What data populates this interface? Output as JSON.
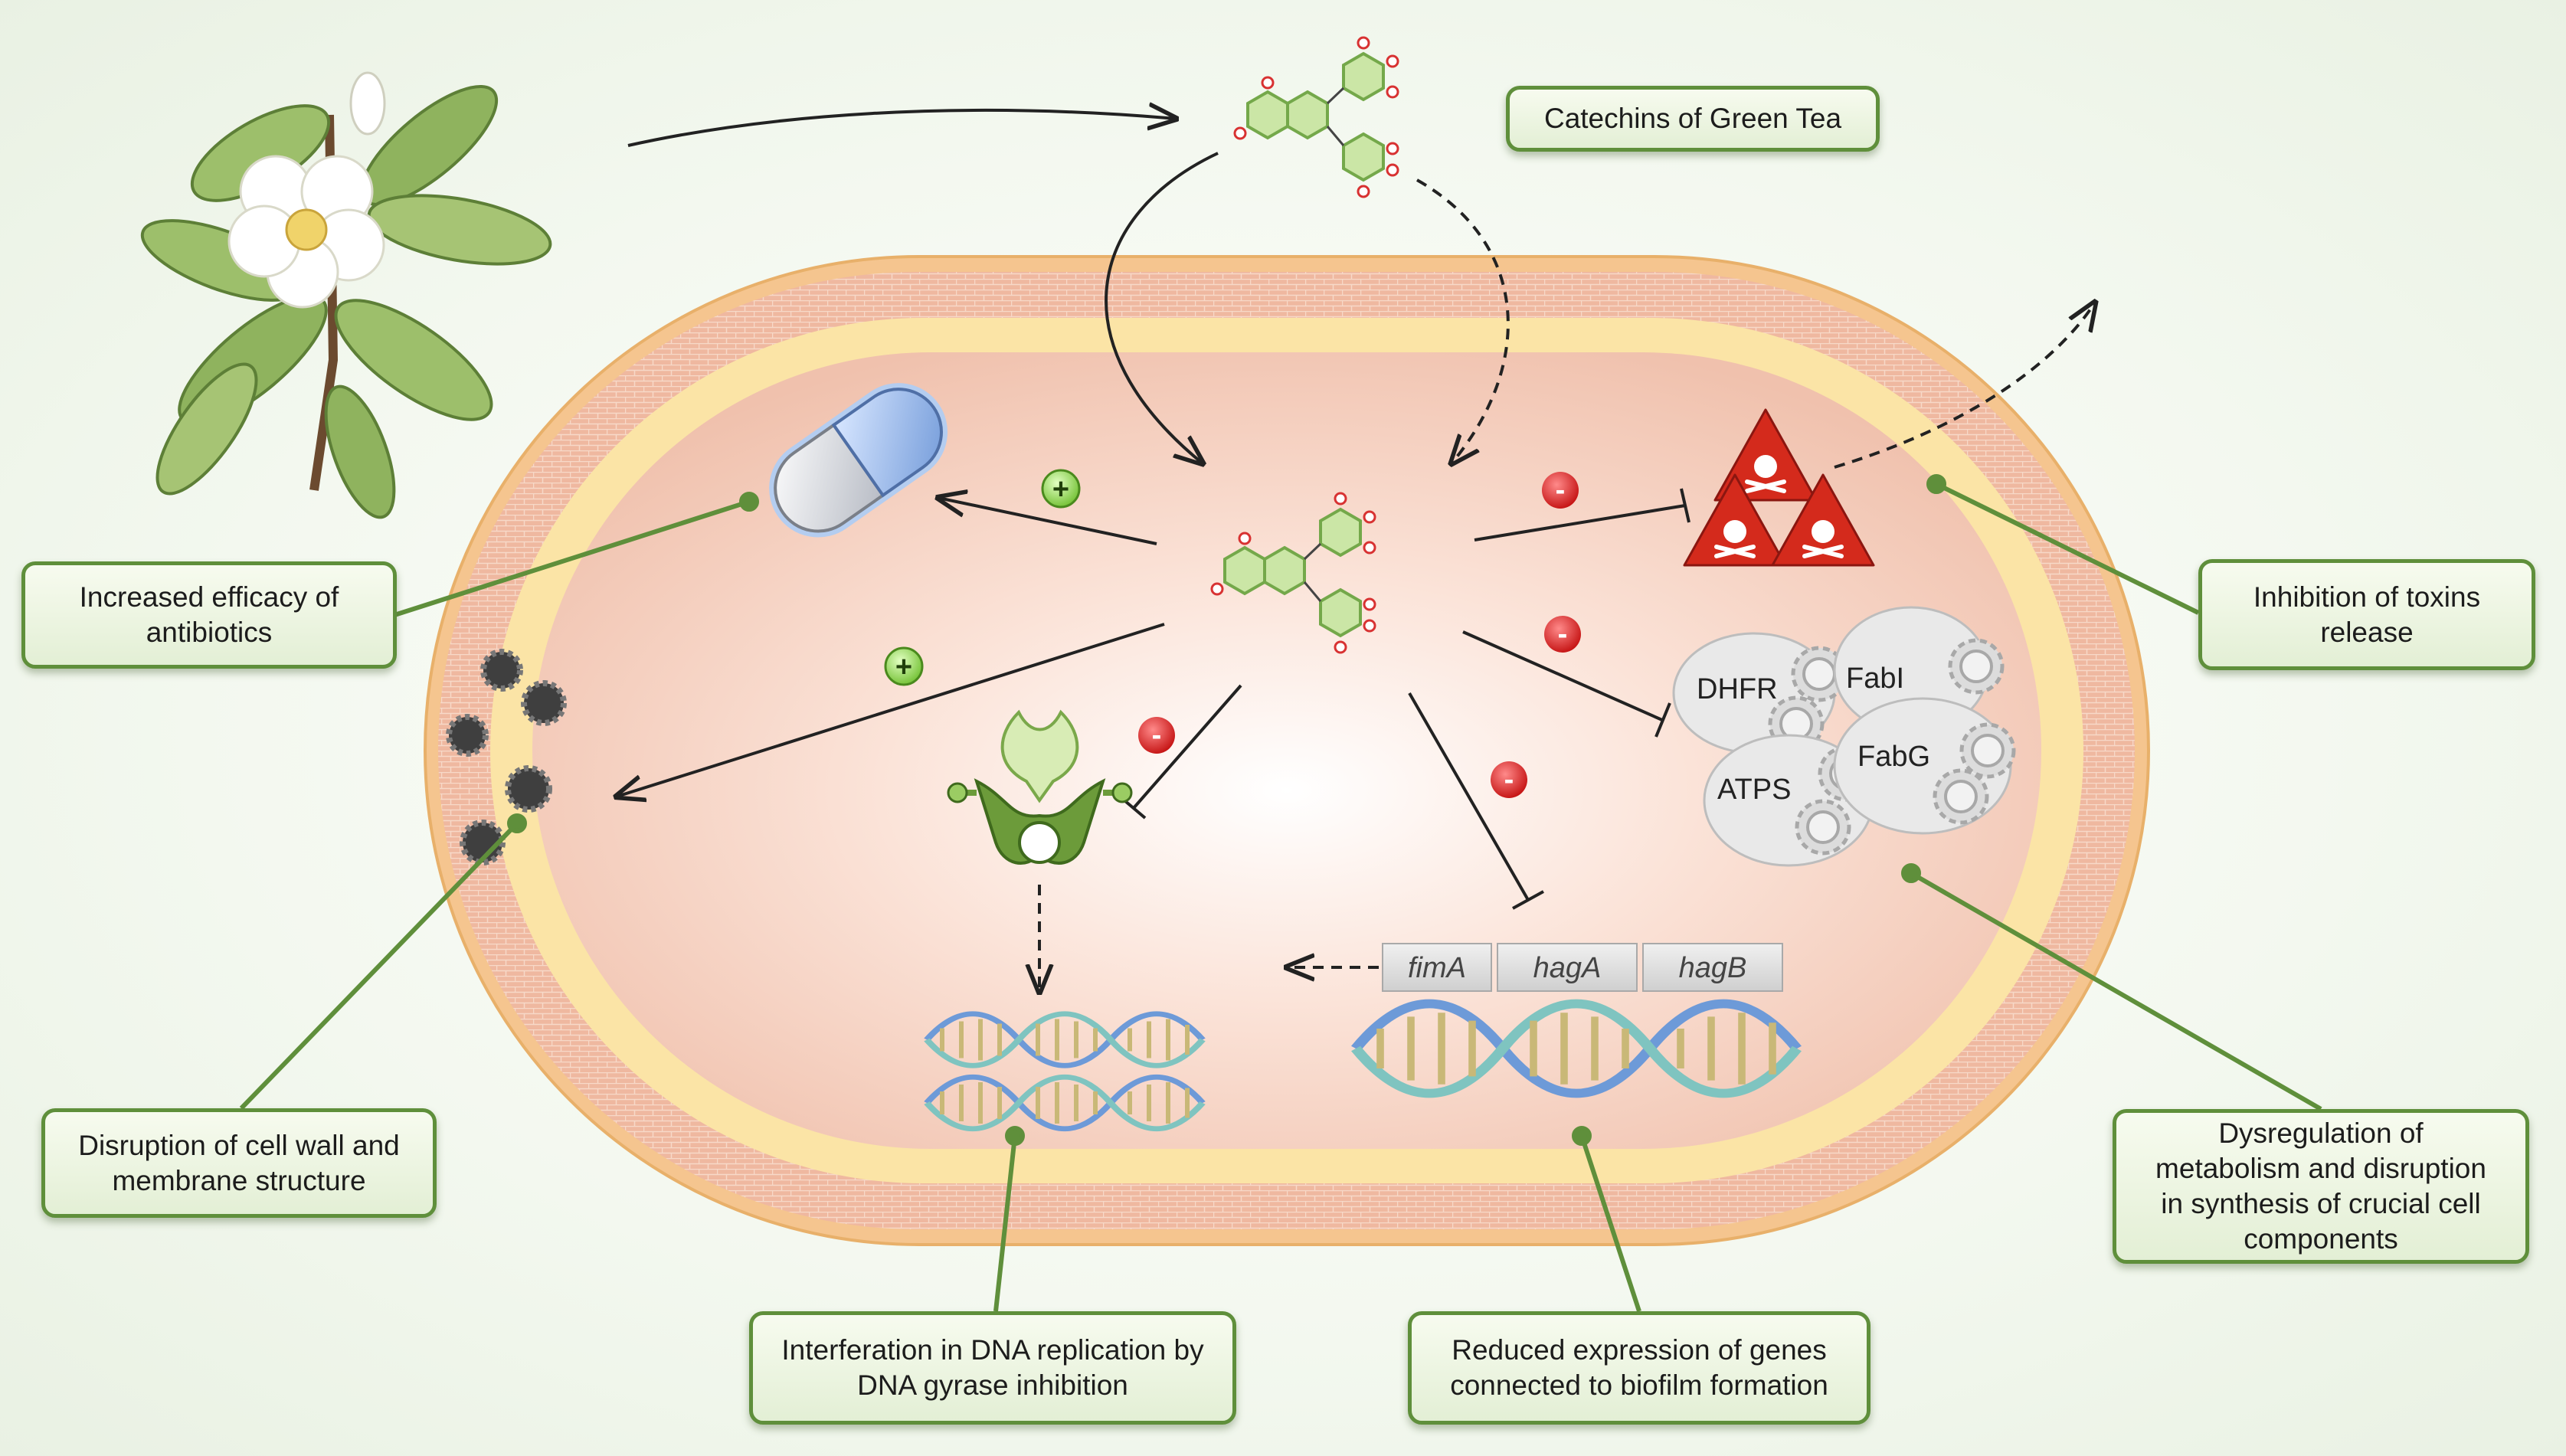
{
  "source": "Catechins of Green Tea",
  "effects": {
    "antibiotics": [
      "Increased efficacy of",
      "antibiotics"
    ],
    "toxins": [
      "Inhibition  of toxins",
      "release"
    ],
    "cell_wall": [
      "Disruption of cell wall and",
      "membrane structure"
    ],
    "metabolism": [
      "Dysregulation of",
      "metabolism and disruption",
      "in synthesis of crucial cell",
      "components"
    ],
    "dna_replication": [
      "Interferation  in DNA replication by",
      "DNA gyrase inhibition"
    ],
    "biofilm": [
      "Reduced expression of genes",
      "connected to biofilm formation"
    ]
  },
  "enzymes": [
    "DHFR",
    "FabI",
    "ATPS",
    "FabG"
  ],
  "genes": [
    "fimA",
    "hagA",
    "hagB"
  ],
  "signs": {
    "plus": "+",
    "minus": "-"
  },
  "colors": {
    "box_border": "#5f8f3b",
    "connector": "#5f8f3b",
    "outer_membrane": "#f3c89a",
    "inner_membrane": "#fbe6a8",
    "cytoplasm": "#f5d6c6",
    "hazard": "#d42a1c",
    "inhibit_sign": "#e41d1d",
    "promote_sign": "#8fd44a"
  },
  "icons": [
    "tea-flower-icon",
    "catechin-molecule-icon",
    "antibiotic-capsule-icon",
    "toxin-hazard-icon",
    "enzyme-gear-icon",
    "dna-gyrase-icon",
    "dna-helix-icon",
    "wall-damage-icon"
  ]
}
